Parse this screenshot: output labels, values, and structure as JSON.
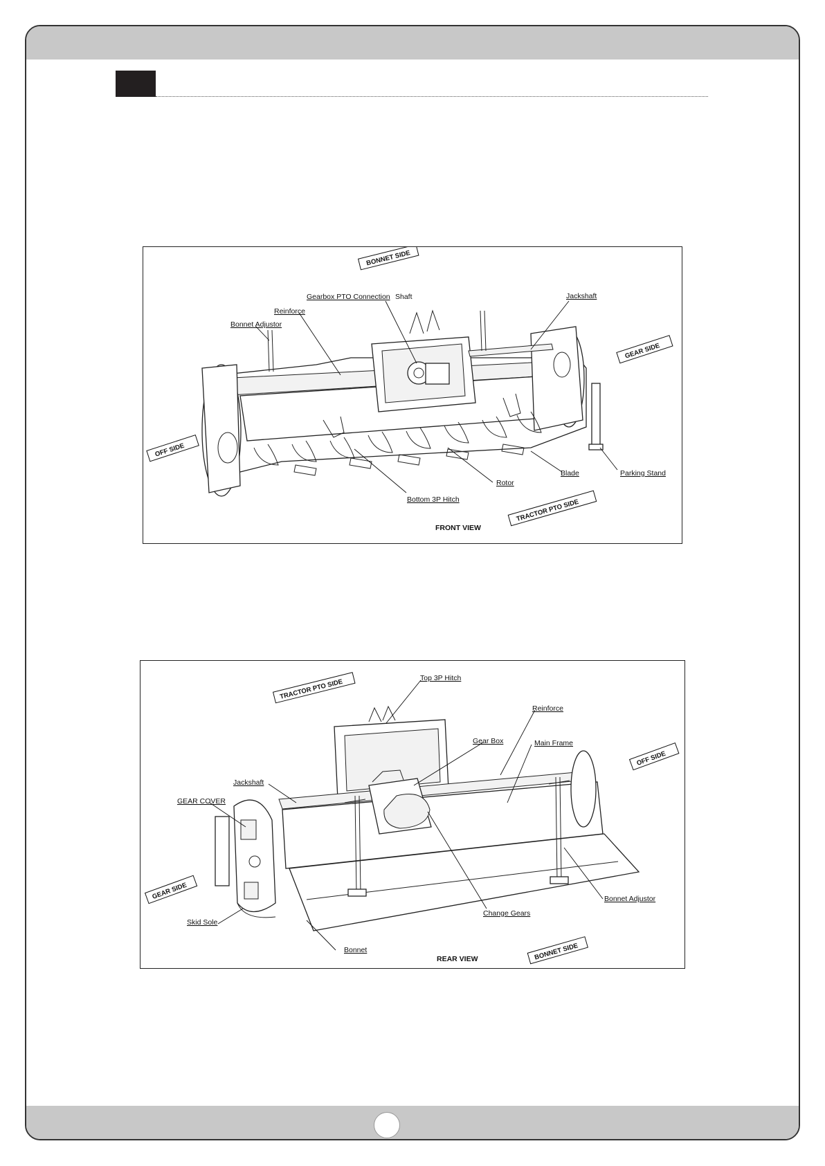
{
  "front_view": {
    "caption": "FRONT VIEW",
    "side_tags": {
      "bonnet_side": "BONNET SIDE",
      "gear_side": "GEAR SIDE",
      "off_side": "OFF SIDE",
      "tractor_pto_side": "TRACTOR PTO SIDE"
    },
    "labels": {
      "gearbox_pto_connection": "Gearbox PTO Connection",
      "shaft": "Shaft",
      "reinforce": "Reinforce",
      "bonnet_adjustor": "Bonnet Adjustor",
      "jackshaft": "Jackshaft",
      "parking_stand": "Parking Stand",
      "blade": "Blade",
      "rotor": "Rotor",
      "bottom_3p_hitch": "Bottom 3P Hitch"
    }
  },
  "rear_view": {
    "caption": "REAR VIEW",
    "side_tags": {
      "tractor_pto_side": "TRACTOR PTO SIDE",
      "off_side": "OFF SIDE",
      "gear_side": "GEAR SIDE",
      "bonnet_side": "BONNET SIDE"
    },
    "labels": {
      "top_3p_hitch": "Top 3P Hitch",
      "reinforce": "Reinforce",
      "gear_box": "Gear Box",
      "main_frame": "Main Frame",
      "jackshaft": "Jackshaft",
      "gear_cover": "GEAR COVER",
      "skid_sole": "Skid Sole",
      "bonnet": "Bonnet",
      "change_gears": "Change Gears",
      "bonnet_adjustor": "Bonnet Adjustor"
    }
  }
}
